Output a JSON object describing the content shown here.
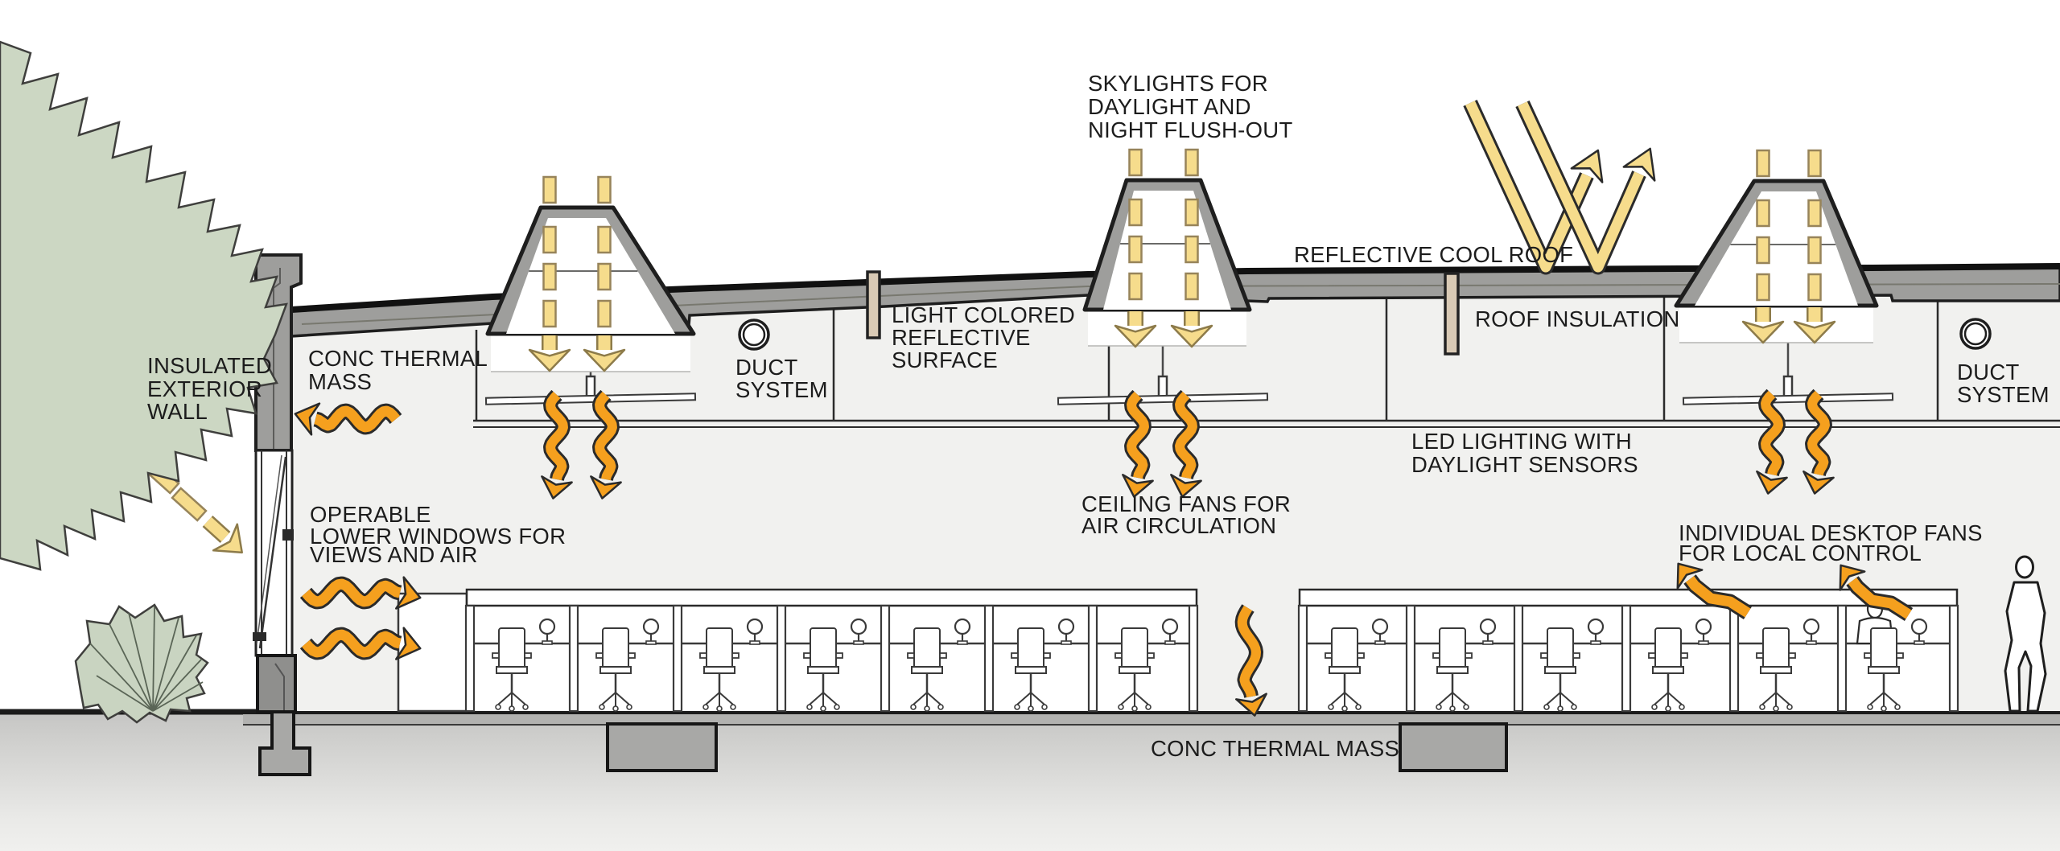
{
  "diagram": {
    "type": "architectural-section",
    "subject": "Single-story office building cross-section illustrating passive cooling, daylighting and ventilation strategies"
  },
  "labels": {
    "skylights": {
      "lines": [
        "SKYLIGHTS FOR",
        "DAYLIGHT AND",
        "NIGHT FLUSH-OUT"
      ]
    },
    "reflective_roof": {
      "text": "REFLECTIVE COOL ROOF"
    },
    "roof_insulation": {
      "text": "ROOF INSULATION"
    },
    "insulated_wall": {
      "lines": [
        "INSULATED",
        "EXTERIOR",
        "WALL"
      ]
    },
    "conc_thermal_upper": {
      "lines": [
        "CONC THERMAL",
        "MASS"
      ]
    },
    "duct_left": {
      "lines": [
        "DUCT",
        "SYSTEM"
      ]
    },
    "light_surface": {
      "lines": [
        "LIGHT COLORED",
        "REFLECTIVE",
        "SURFACE"
      ]
    },
    "led_lighting": {
      "lines": [
        "LED LIGHTING WITH",
        "DAYLIGHT SENSORS"
      ]
    },
    "ceiling_fans": {
      "lines": [
        "CEILING FANS FOR",
        "AIR CIRCULATION"
      ]
    },
    "operable_windows": {
      "lines": [
        "OPERABLE",
        "LOWER WINDOWS FOR",
        "VIEWS AND AIR"
      ]
    },
    "desktop_fans": {
      "lines": [
        "INDIVIDUAL DESKTOP FANS",
        "FOR LOCAL CONTROL"
      ]
    },
    "conc_thermal_lower": {
      "text": "CONC THERMAL MASS"
    },
    "duct_right": {
      "lines": [
        "DUCT",
        "SYSTEM"
      ]
    }
  },
  "colors": {
    "structure_gray": "#9e9e9c",
    "outline_black": "#1e1e1e",
    "interior_gray": "#f1f1ef",
    "slab_gray": "#b2b2b0",
    "footing_gray": "#a8a8a6",
    "ground_top": "#c6c6c4",
    "ground_bottom": "#f0f0ee",
    "airflow_orange": "#f5a01e",
    "daylight_yellow": "#f6dc8c",
    "insulation_tan": "#d9cab5",
    "tree_green": "#ccd7c3",
    "text_color": "#1c1c1c"
  },
  "icons": {
    "duct_circle": "duct-cross-section-circle",
    "sun_ray": "dashed-sun-ray-arrow",
    "reflected_ray": "reflected-sunlight-w-arrow",
    "daylight_shaft": "daylight-dash",
    "daylight_arrow": "daylight-down-arrow",
    "air_arrow": "airflow-wavy-arrow",
    "ceiling_fan": "ceiling-fan",
    "desktop_fan": "desktop-fan",
    "person_standing": "standing-person-figure",
    "person_seated": "seated-person-figure",
    "tree": "tree-canopy",
    "bush": "shrub"
  }
}
